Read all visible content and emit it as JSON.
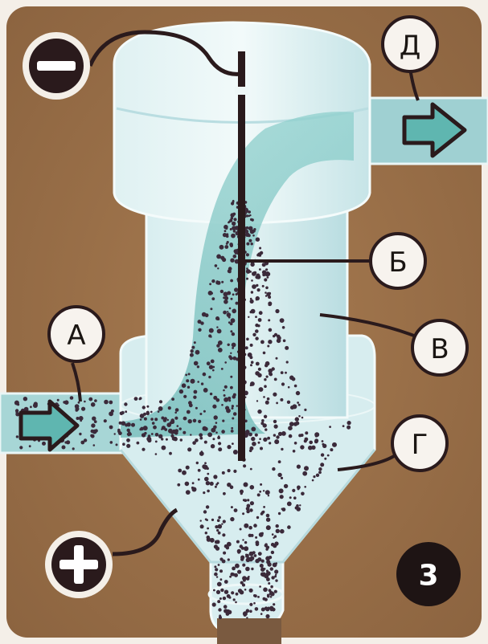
{
  "diagram": {
    "figure_number": "3",
    "terminals": {
      "negative": "−",
      "positive": "+"
    },
    "labels": {
      "a": "А",
      "b": "Б",
      "v": "В",
      "g": "Г",
      "d": "Д"
    },
    "colors": {
      "background": "#9a7048",
      "vessel": "#cfe7ea",
      "vessel_shade": "#a9d3d8",
      "gas_stream": "#7fc6c4",
      "particles": "#3b2a3a",
      "electrode": "#2a1a1c",
      "wire": "#2a1a1c"
    },
    "icons": [
      "inlet-arrow-icon",
      "outlet-arrow-icon",
      "minus-sign-icon",
      "plus-sign-icon"
    ]
  }
}
